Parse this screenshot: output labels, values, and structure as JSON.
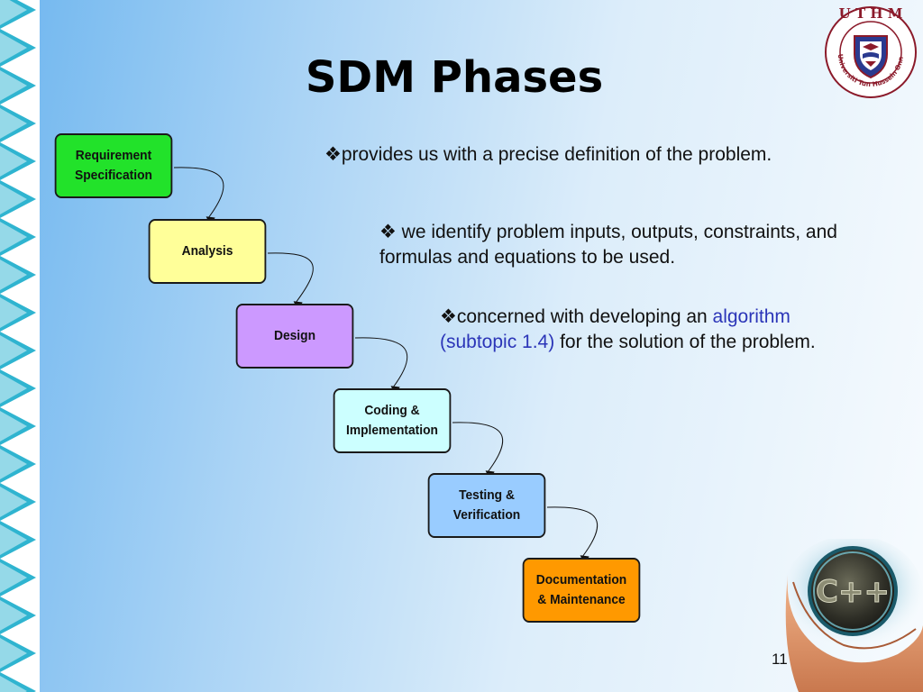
{
  "slide": {
    "title": "SDM Phases",
    "page_number": "11"
  },
  "phases": [
    {
      "line1": "Requirement",
      "line2": "Specification",
      "color": "#22e22a"
    },
    {
      "line1": "Analysis",
      "line2": "",
      "color": "#ffff99"
    },
    {
      "line1": "Design",
      "line2": "",
      "color": "#cc99ff"
    },
    {
      "line1": "Coding &",
      "line2": "Implementation",
      "color": "#ccffff"
    },
    {
      "line1": "Testing &",
      "line2": "Verification",
      "color": "#99ccff"
    },
    {
      "line1": "Documentation",
      "line2": "& Maintenance",
      "color": "#ff9900"
    }
  ],
  "notes": {
    "note1": {
      "bullet": "❖",
      "text": "provides us with a precise definition of the problem."
    },
    "note2": {
      "bullet": "❖",
      "text": " we identify problem inputs, outputs, constraints, and formulas and equations to be used."
    },
    "note3": {
      "bullet": "❖",
      "text_before": "concerned with developing an ",
      "link": "algorithm (subtopic 1.4)",
      "text_after": " for the solution of the problem."
    }
  },
  "logo": {
    "top_text": "U T H M",
    "ring_text": "Universiti Tun Hussein Onn Malaysia"
  },
  "cpp_graphic": {
    "label": "C++"
  },
  "colors": {
    "brand_maroon": "#8b1a2a",
    "link_blue": "#2b35b8",
    "edge_cyan": "#2fb4d0"
  }
}
